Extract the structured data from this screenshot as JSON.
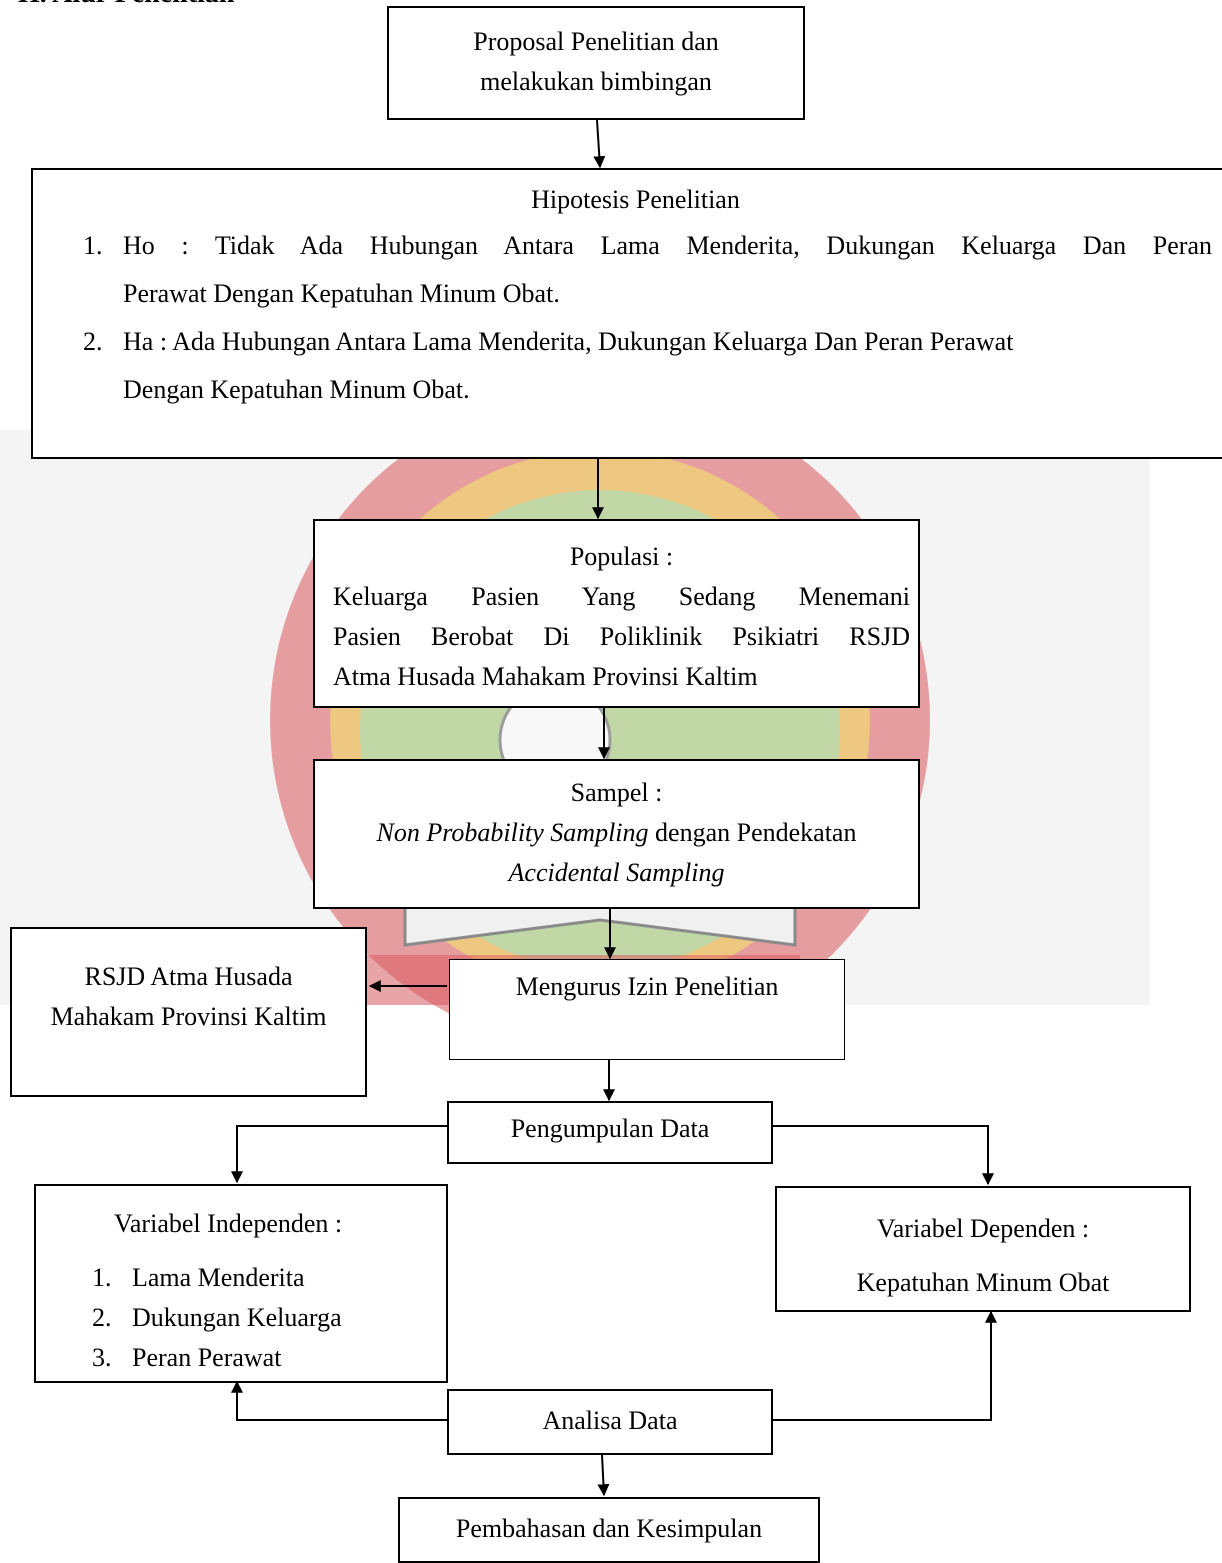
{
  "heading": "H.  Alur Penelitian",
  "proposal": {
    "line1": "Proposal Penelitian dan",
    "line2": "melakukan bimbingan"
  },
  "hipotesis": {
    "title": "Hipotesis Penelitian",
    "items": [
      {
        "num": "1.",
        "line1": "Ho : Tidak Ada Hubungan Antara Lama Menderita, Dukungan Keluarga Dan Peran",
        "line2": "Perawat Dengan Kepatuhan Minum Obat."
      },
      {
        "num": "2.",
        "line1": "Ha : Ada Hubungan Antara Lama Menderita, Dukungan Keluarga Dan Peran Perawat",
        "line2": "Dengan Kepatuhan Minum Obat."
      }
    ]
  },
  "populasi": {
    "title": "Populasi :",
    "line1": "Keluarga Pasien Yang Sedang Menemani",
    "line2": "Pasien Berobat Di Poliklinik Psikiatri RSJD",
    "line3": "Atma Husada Mahakam Provinsi Kaltim"
  },
  "sampel": {
    "title": "Sampel :",
    "line1_italic": "Non Probability Sampling",
    "line1_rest": " dengan Pendekatan",
    "line2_italic": "Accidental Sampling"
  },
  "izin": "Mengurus Izin Penelitian",
  "rsjd": {
    "line1": "RSJD Atma Husada",
    "line2": "Mahakam Provinsi Kaltim"
  },
  "pengumpulan": "Pengumpulan Data",
  "independen": {
    "title": "Variabel Independen :",
    "items": [
      {
        "num": "1.",
        "text": "Lama Menderita"
      },
      {
        "num": "2.",
        "text": "Dukungan Keluarga"
      },
      {
        "num": "3.",
        "text": "Peran Perawat"
      }
    ]
  },
  "dependen": {
    "title": "Variabel Dependen :",
    "item": "Kepatuhan Minum Obat"
  },
  "analisa": "Analisa Data",
  "pembahasan": "Pembahasan dan Kesimpulan",
  "colors": {
    "wm_red": "#d9565b",
    "wm_yellow": "#f3e46a",
    "wm_green": "#b2dcb1",
    "line": "#000000"
  }
}
